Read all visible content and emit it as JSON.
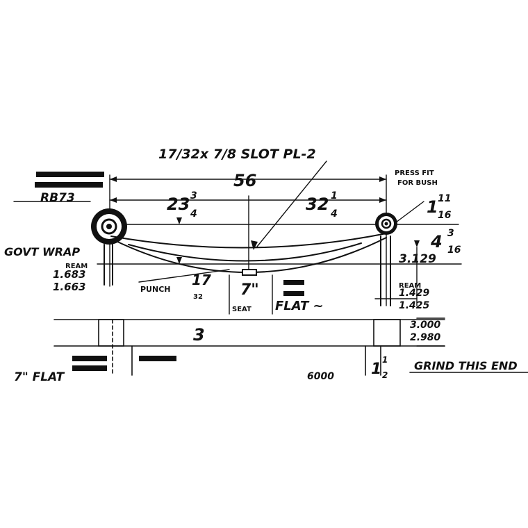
{
  "callouts": {
    "slot": "17/32x 7/8 SLOT PL-2",
    "part_no": "RB73",
    "govt_wrap": "GOVT WRAP",
    "press_fit_line1": "PRESS FIT",
    "press_fit_line2": "FOR BUSH",
    "punch": "PUNCH",
    "ream_left_label": "REAM",
    "ream_left_top": "1.683",
    "ream_left_bottom": "1.663",
    "ream_right_label": "REAM",
    "ream_right_top": "1.429",
    "ream_right_bottom": "1.425",
    "seat": "SEAT",
    "flat": "FLAT ~",
    "seven_flat": "7\" FLAT",
    "grind": "GRIND THIS END",
    "rating": "6000"
  },
  "dimensions": {
    "overall_length": "56",
    "left_whole": "23",
    "left_num": "3",
    "left_den": "4",
    "right_whole": "32",
    "right_num": "1",
    "right_den": "4",
    "eye_whole": "1",
    "eye_num": "11",
    "eye_den": "16",
    "height_whole": "4",
    "height_num": "3",
    "height_den": "16",
    "arch": "3.129",
    "punch_num": "17",
    "punch_den": "32",
    "seat_len": "7\"",
    "width": "3",
    "width_top": "3.000",
    "width_bottom": "2.980",
    "grind_whole": "1",
    "grind_num": "1",
    "grind_den": "2"
  }
}
